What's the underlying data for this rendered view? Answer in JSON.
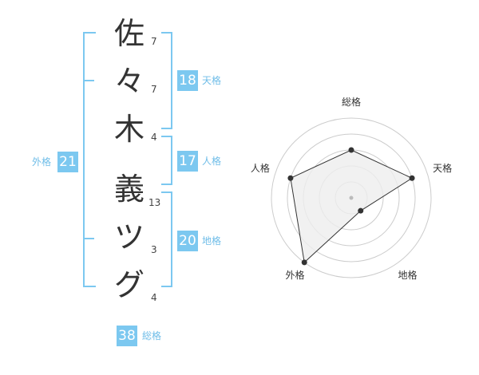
{
  "name": {
    "characters": [
      {
        "char": "佐",
        "strokes": "7"
      },
      {
        "char": "々",
        "strokes": "7"
      },
      {
        "char": "木",
        "strokes": "4"
      },
      {
        "char": "義",
        "strokes": "13"
      },
      {
        "char": "ツ",
        "strokes": "3"
      },
      {
        "char": "グ",
        "strokes": "4"
      }
    ]
  },
  "fortune": {
    "tenkaku": {
      "value": "18",
      "label": "天格"
    },
    "jinkaku": {
      "value": "17",
      "label": "人格"
    },
    "chikaku": {
      "value": "20",
      "label": "地格"
    },
    "gaikaku": {
      "value": "21",
      "label": "外格"
    },
    "soukaku": {
      "value": "38",
      "label": "総格"
    }
  },
  "chart_data": {
    "type": "radar",
    "axes": [
      "総格",
      "天格",
      "地格",
      "外格",
      "人格"
    ],
    "values": [
      3,
      4,
      1,
      5,
      4
    ],
    "rmax": 5,
    "rings": 5,
    "colors": {
      "ring": "#cccccc",
      "fill": "#eeeeee",
      "line": "#333333",
      "point": "#333333"
    }
  },
  "colors": {
    "accent": "#7cc8f0",
    "accent_text": "#6fbde8"
  }
}
